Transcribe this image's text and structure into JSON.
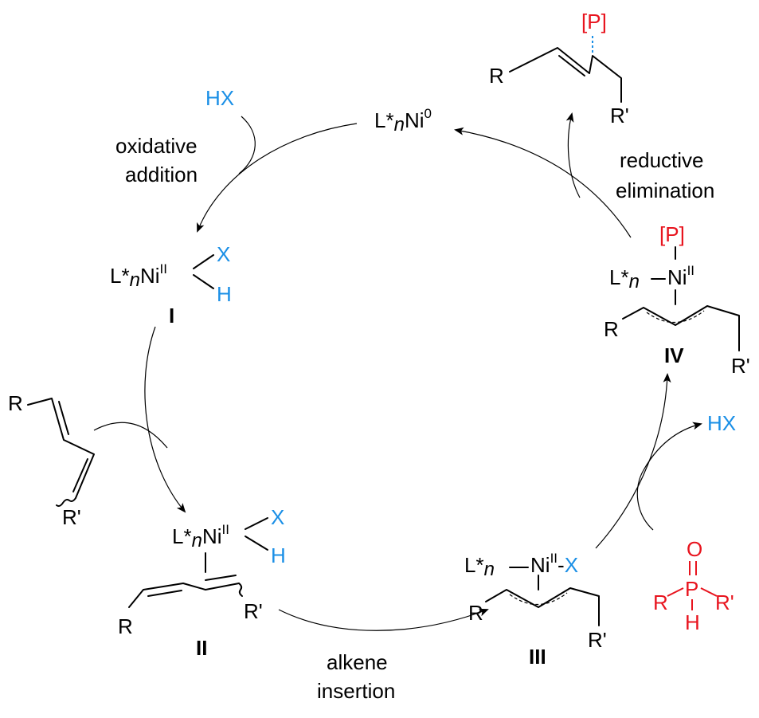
{
  "colors": {
    "black": "#000000",
    "blue": "#1a8fe6",
    "red": "#e8141e"
  },
  "catalyst": {
    "L": "L*",
    "n": "n",
    "Ni": "Ni",
    "ox0": "0"
  },
  "hx_top": "HX",
  "hx_bottom": "HX",
  "steps": {
    "oxidative_1": "oxidative",
    "oxidative_2": "addition",
    "reductive_1": "reductive",
    "reductive_2": "elimination",
    "alkene_1": "alkene",
    "alkene_2": "insertion"
  },
  "intermediates": {
    "I": {
      "label": "I",
      "ox": "II",
      "X": "X",
      "H": "H"
    },
    "II": {
      "label": "II",
      "ox": "II",
      "X": "X",
      "H": "H",
      "R": "R",
      "Rp": "R'"
    },
    "III": {
      "label": "III",
      "ox": "II",
      "X": "X",
      "dash": "-",
      "R": "R",
      "Rp": "R'"
    },
    "IV": {
      "label": "IV",
      "ox": "II",
      "P": "[P]",
      "R": "R",
      "Rp": "R'"
    }
  },
  "product": {
    "P": "[P]",
    "R": "R",
    "Rp": "R'"
  },
  "diene": {
    "R": "R",
    "Rp": "R'"
  },
  "phosphine_oxide": {
    "O": "O",
    "P": "P",
    "H": "H",
    "R": "R",
    "Rp": "R'"
  }
}
